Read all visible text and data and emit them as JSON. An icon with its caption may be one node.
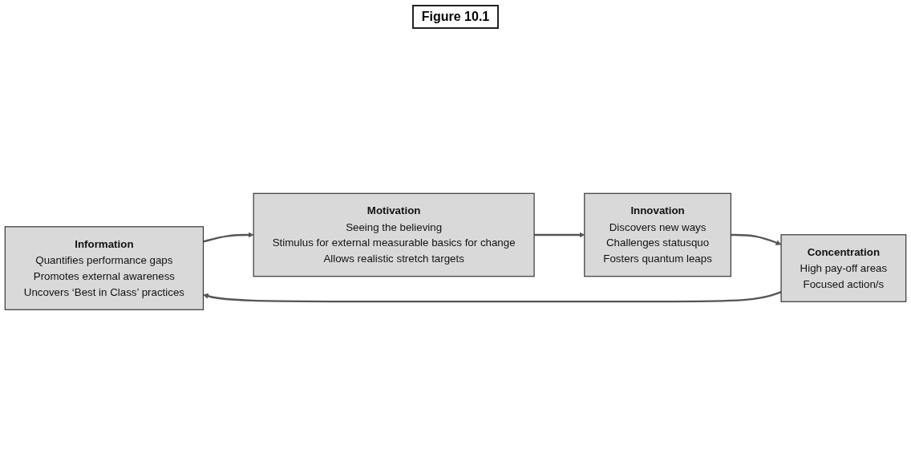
{
  "diagram": {
    "caption": "Figure 10.1",
    "nodes": [
      {
        "text": [
          "Information",
          "Quantifies performance gaps",
          "Promotes external awareness",
          "Uncovers ‘Best in Class’ practices"
        ]
      },
      {
        "text": [
          "Motivation",
          "Seeing the believing",
          "Stimulus for external measurable basics for change",
          "Allows realistic stretch targets"
        ]
      },
      {
        "text": [
          "Innovation",
          "Discovers new ways",
          "Challenges statusquo",
          "Fosters quantum leaps"
        ]
      },
      {
        "text": [
          "Concentration",
          "High pay-off areas",
          "Focused action/s"
        ]
      }
    ],
    "edges": [
      {
        "from": 0,
        "to": 1,
        "arrow": "to"
      },
      {
        "from": 1,
        "to": 2,
        "arrow": "to"
      },
      {
        "from": 2,
        "to": 3,
        "arrow": "to"
      },
      {
        "from": 3,
        "to": 0,
        "arrow": "to"
      }
    ]
  }
}
